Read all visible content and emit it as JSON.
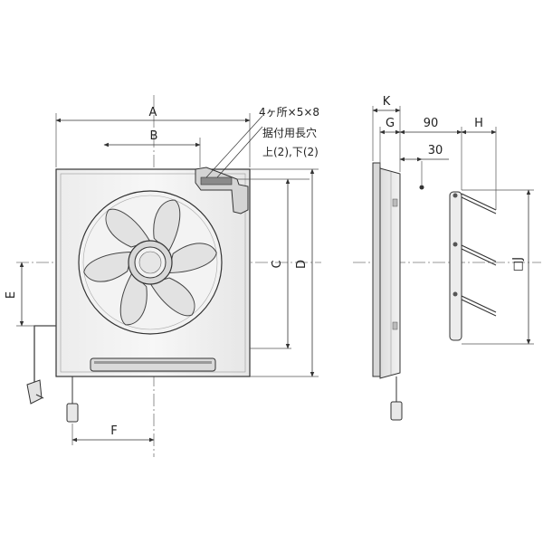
{
  "front_view": {
    "dims": {
      "a": "A",
      "b": "B",
      "c": "C",
      "d": "D",
      "e": "E",
      "f": "F"
    },
    "note": {
      "line1": "4ヶ所×5×8",
      "line2": "据付用長穴",
      "line3": "上(2),下(2)"
    }
  },
  "side_view": {
    "dims": {
      "k": "K",
      "g": "G",
      "h": "H",
      "j": "□J",
      "v90": "90",
      "v30": "30"
    }
  }
}
